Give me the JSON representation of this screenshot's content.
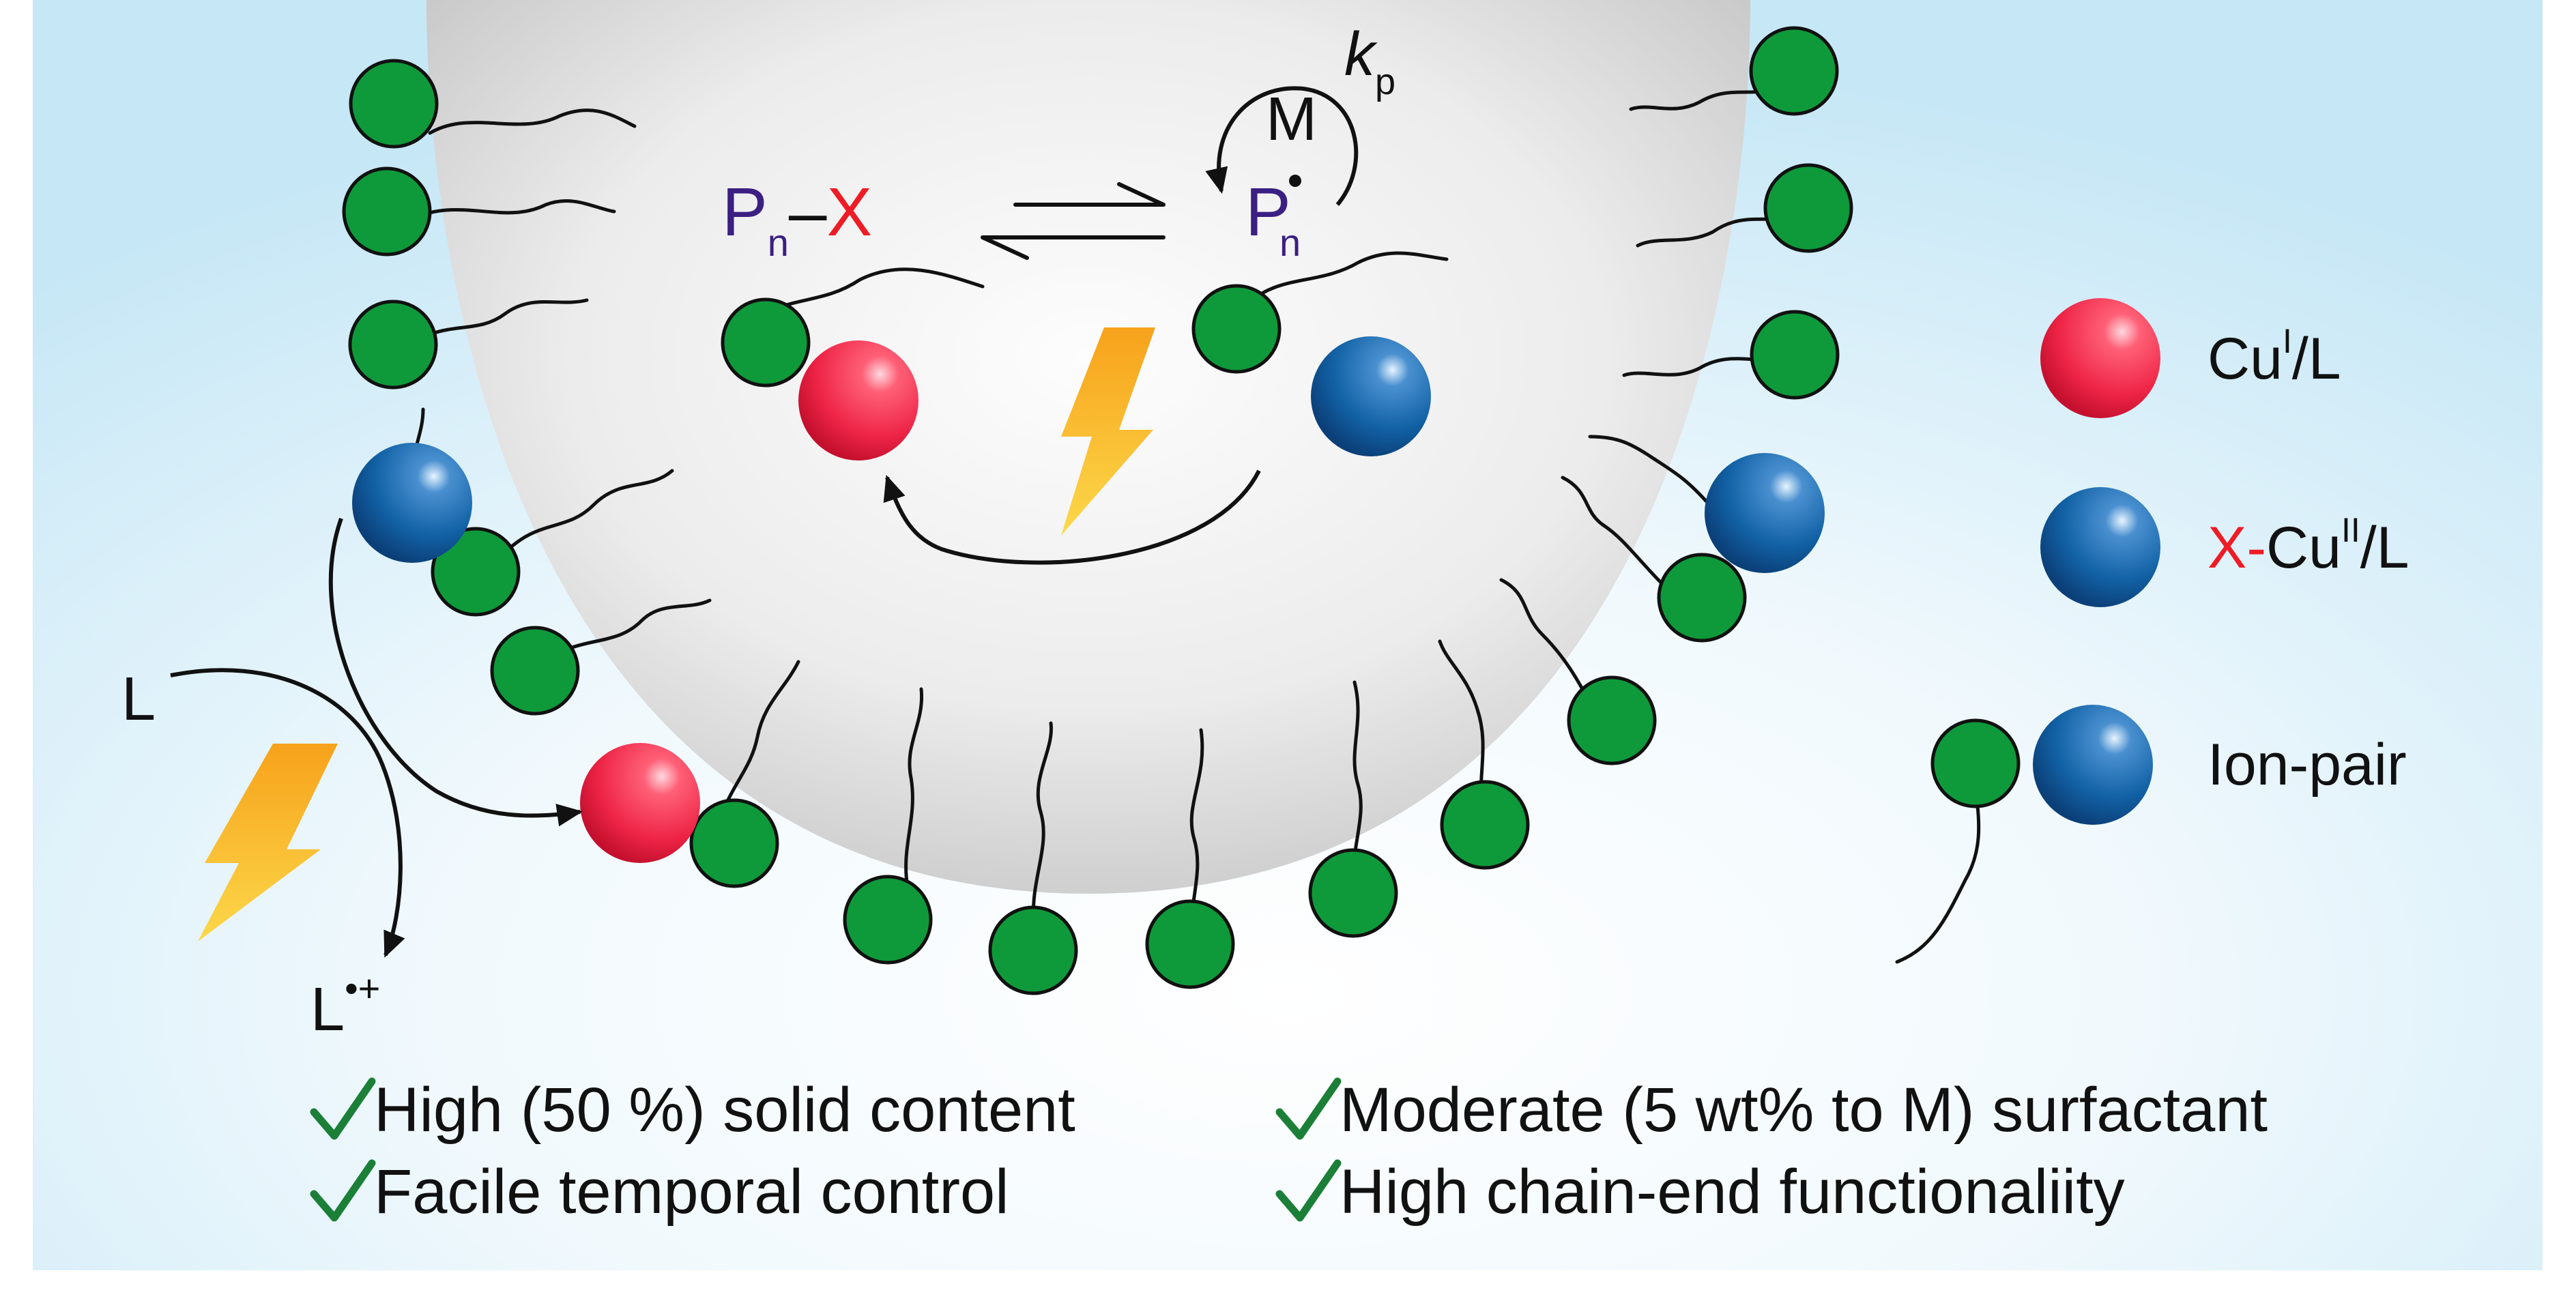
{
  "colors": {
    "bg_light": "#ffffff",
    "bg_blue": "#c8e9f7",
    "droplet_light": "#fbfbfb",
    "droplet_dark": "#c9c9c9",
    "green_sphere": "#0f9a3a",
    "red_sphere": "#f0324f",
    "blue_sphere": "#1264a8",
    "purple_text": "#3b1f82",
    "red_text": "#ee1c25",
    "check_green": "#1b7f37",
    "lightning": "#f5a41a"
  },
  "mechanism": {
    "dormant_species": {
      "P": "P",
      "n": "n",
      "dash": "–",
      "X": "X"
    },
    "active_species": {
      "P": "P",
      "n": "n"
    },
    "monomer": "M",
    "rate_constant": {
      "k": "k",
      "p": "p"
    }
  },
  "outside": {
    "ligand": "L",
    "ligand_radical_cation": {
      "L": "L",
      "charge": "•+"
    }
  },
  "legend": {
    "cu1": {
      "prefix": "Cu",
      "sup": "I",
      "suffix": "/L"
    },
    "xcu2": {
      "x": "X",
      "dash": "-",
      "prefix": "Cu",
      "sup": "II",
      "suffix": "/L"
    },
    "ion_pair": "Ion-pair"
  },
  "features": [
    "High (50 %) solid content",
    "Facile temporal control",
    "Moderate (5 wt% to M) surfactant",
    "High chain-end functionaliity"
  ],
  "icons": {
    "check": "checkmark-icon",
    "lightning": "lightning-icon",
    "equilibrium": "equilibrium-arrows-icon"
  }
}
